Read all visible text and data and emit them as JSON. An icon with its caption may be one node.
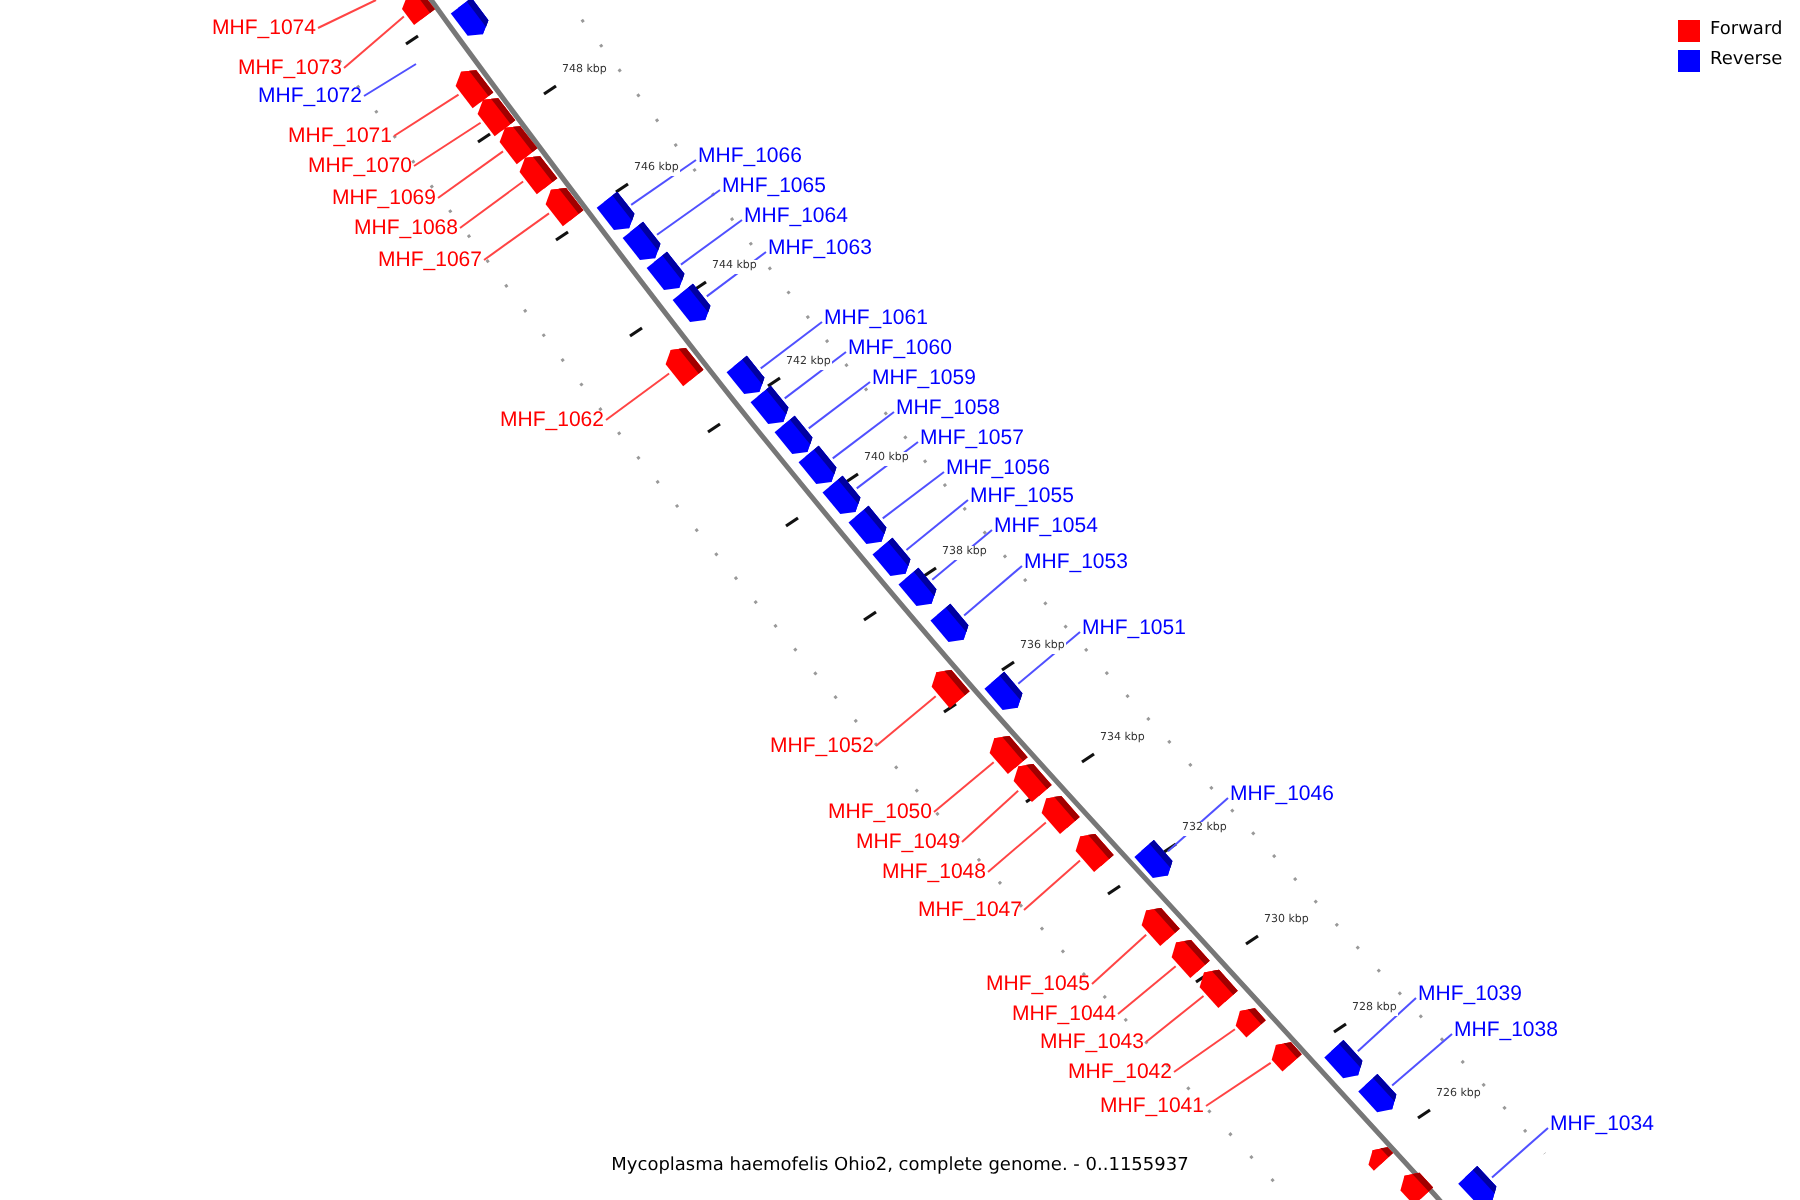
{
  "diagram": {
    "caption": "Mycoplasma haemofelis Ohio2, complete genome. - 0..1155937",
    "nodes": [
      {
        "text": [
          "MHF_1074"
        ]
      },
      {
        "text": [],
        "shape": "bar"
      },
      {
        "text": [
          "MHF_1073"
        ]
      },
      {
        "text": [],
        "shape": "bar"
      },
      {
        "text": [
          "MHF_1072"
        ]
      },
      {
        "text": [
          "MHF_1071"
        ]
      },
      {
        "text": [],
        "shape": "bar"
      },
      {
        "text": [
          "MHF_1070"
        ]
      },
      {
        "text": [],
        "shape": "bar"
      },
      {
        "text": [
          "MHF_1069"
        ]
      },
      {
        "text": [],
        "shape": "bar"
      },
      {
        "text": [
          "MHF_1068"
        ]
      },
      {
        "text": [],
        "shape": "bar"
      },
      {
        "text": [
          "MHF_1067"
        ]
      },
      {
        "text": [],
        "shape": "bar"
      },
      {
        "text": [
          "MHF_1066"
        ]
      },
      {
        "text": [],
        "shape": "bar"
      },
      {
        "text": [
          "MHF_1065"
        ]
      },
      {
        "text": [],
        "shape": "bar"
      },
      {
        "text": [
          "MHF_1064"
        ]
      },
      {
        "text": [],
        "shape": "bar"
      },
      {
        "text": [
          "MHF_1063"
        ]
      },
      {
        "text": [],
        "shape": "bar"
      },
      {
        "text": [
          "MHF_1061"
        ]
      },
      {
        "text": [],
        "shape": "bar"
      },
      {
        "text": [
          "MHF_1060"
        ]
      },
      {
        "text": [],
        "shape": "bar"
      },
      {
        "text": [
          "MHF_1059"
        ]
      },
      {
        "text": [],
        "shape": "bar"
      },
      {
        "text": [
          "MHF_1058"
        ]
      },
      {
        "text": [],
        "shape": "bar"
      },
      {
        "text": [
          "MHF_1062"
        ]
      },
      {
        "text": [],
        "shape": "bar"
      },
      {
        "text": [
          "MHF_1057"
        ]
      },
      {
        "text": [],
        "shape": "bar"
      },
      {
        "text": [
          "MHF_1056"
        ]
      },
      {
        "text": [],
        "shape": "bar"
      },
      {
        "text": [
          "MHF_1055"
        ]
      },
      {
        "text": [],
        "shape": "bar"
      },
      {
        "text": [
          "MHF_1054"
        ]
      },
      {
        "text": [],
        "shape": "bar"
      },
      {
        "text": [
          "MHF_1053"
        ]
      },
      {
        "text": [],
        "shape": "bar"
      },
      {
        "text": [
          "MHF_1051"
        ]
      },
      {
        "text": [],
        "shape": "bar"
      },
      {
        "text": [
          "MHF_1052"
        ]
      },
      {
        "text": [],
        "shape": "bar"
      },
      {
        "text": [
          "MHF_1046"
        ]
      },
      {
        "text": [],
        "shape": "bar"
      },
      {
        "text": [
          "MHF_1050"
        ]
      },
      {
        "text": [],
        "shape": "bar"
      },
      {
        "text": [
          "MHF_1049"
        ]
      },
      {
        "text": [],
        "shape": "bar"
      },
      {
        "text": [
          "MHF_1048"
        ]
      },
      {
        "text": [],
        "shape": "bar"
      },
      {
        "text": [
          "MHF_1047"
        ]
      },
      {
        "text": [],
        "shape": "bar"
      },
      {
        "text": [
          "MHF_1045"
        ]
      },
      {
        "text": [],
        "shape": "bar"
      },
      {
        "text": [
          "MHF_1039"
        ]
      },
      {
        "text": [],
        "shape": "bar"
      },
      {
        "text": [
          "MHF_1044"
        ]
      },
      {
        "text": [],
        "shape": "bar"
      },
      {
        "text": [
          "MHF_1038"
        ]
      },
      {
        "text": [],
        "shape": "bar"
      },
      {
        "text": [
          "MHF_1043"
        ]
      },
      {
        "text": [],
        "shape": "bar"
      },
      {
        "text": [
          "MHF_1042"
        ]
      },
      {
        "text": [],
        "shape": "bar"
      },
      {
        "text": [
          "MHF_1041"
        ]
      },
      {
        "text": [],
        "shape": "bar"
      },
      {
        "text": [
          "MHF_1034"
        ]
      },
      {
        "text": [],
        "shape": "bar"
      },
      {
        "text": [],
        "shape": "bar"
      },
      {
        "text": [],
        "shape": "bar"
      }
    ],
    "edges": [
      {
        "from": 0,
        "to": null,
        "arrow": "none",
        "color": "#ff4444"
      },
      {
        "from": 2,
        "to": 3,
        "arrow": "none",
        "color": "#ff4444"
      },
      {
        "from": 4,
        "to": null,
        "arrow": "none"
      },
      {
        "from": 5,
        "to": 6,
        "arrow": "none",
        "color": "#ff4444"
      },
      {
        "from": 7,
        "to": 8,
        "arrow": "none",
        "color": "#ff4444"
      },
      {
        "from": 9,
        "to": 10,
        "arrow": "none",
        "color": "#ff4444"
      },
      {
        "from": 11,
        "to": 12,
        "arrow": "none",
        "color": "#ff4444"
      },
      {
        "from": 13,
        "to": 14,
        "arrow": "none",
        "color": "#ff4444"
      },
      {
        "from": 15,
        "to": 16,
        "arrow": "none"
      },
      {
        "from": 17,
        "to": 18,
        "arrow": "none"
      },
      {
        "from": 19,
        "to": 20,
        "arrow": "none"
      },
      {
        "from": 21,
        "to": 22,
        "arrow": "none"
      },
      {
        "from": 23,
        "to": 24,
        "arrow": "none"
      },
      {
        "from": 25,
        "to": 26,
        "arrow": "none"
      },
      {
        "from": 27,
        "to": 28,
        "arrow": "none"
      },
      {
        "from": 29,
        "to": 30,
        "arrow": "none"
      },
      {
        "from": 31,
        "to": 32,
        "arrow": "none",
        "color": "#ff4444"
      },
      {
        "from": 33,
        "to": 34,
        "arrow": "none"
      },
      {
        "from": 35,
        "to": 36,
        "arrow": "none"
      },
      {
        "from": 37,
        "to": 38,
        "arrow": "none"
      },
      {
        "from": 39,
        "to": 40,
        "arrow": "none"
      },
      {
        "from": 41,
        "to": 42,
        "arrow": "none"
      },
      {
        "from": 43,
        "to": 44,
        "arrow": "none"
      },
      {
        "from": 45,
        "to": 46,
        "arrow": "none",
        "color": "#ff4444"
      },
      {
        "from": 47,
        "to": 48,
        "arrow": "none"
      },
      {
        "from": 49,
        "to": 50,
        "arrow": "none",
        "color": "#ff4444"
      },
      {
        "from": 51,
        "to": 52,
        "arrow": "none",
        "color": "#ff4444"
      },
      {
        "from": 53,
        "to": 54,
        "arrow": "none",
        "color": "#ff4444"
      },
      {
        "from": 55,
        "to": 56,
        "arrow": "none",
        "color": "#ff4444"
      },
      {
        "from": 57,
        "to": 58,
        "arrow": "none",
        "color": "#ff4444"
      },
      {
        "from": 59,
        "to": 60,
        "arrow": "none"
      },
      {
        "from": 61,
        "to": 62,
        "arrow": "none",
        "color": "#ff4444"
      },
      {
        "from": 63,
        "to": 64,
        "arrow": "none"
      },
      {
        "from": 65,
        "to": 66,
        "arrow": "none",
        "color": "#ff4444"
      },
      {
        "from": 67,
        "to": 68,
        "arrow": "none",
        "color": "#ff4444"
      },
      {
        "from": 69,
        "to": 70,
        "arrow": "none",
        "color": "#ff4444"
      },
      {
        "from": 71,
        "to": 72,
        "arrow": "none"
      }
    ],
    "labels": [
      "748 kbp",
      "746 kbp",
      "744 kbp",
      "742 kbp",
      "740 kbp",
      "738 kbp",
      "736 kbp",
      "734 kbp",
      "732 kbp",
      "730 kbp",
      "728 kbp",
      "726 kbp"
    ],
    "legend": [
      {
        "text": "Forward",
        "color": "#ff0000"
      },
      {
        "text": "Reverse",
        "color": "#0000ff"
      }
    ]
  }
}
